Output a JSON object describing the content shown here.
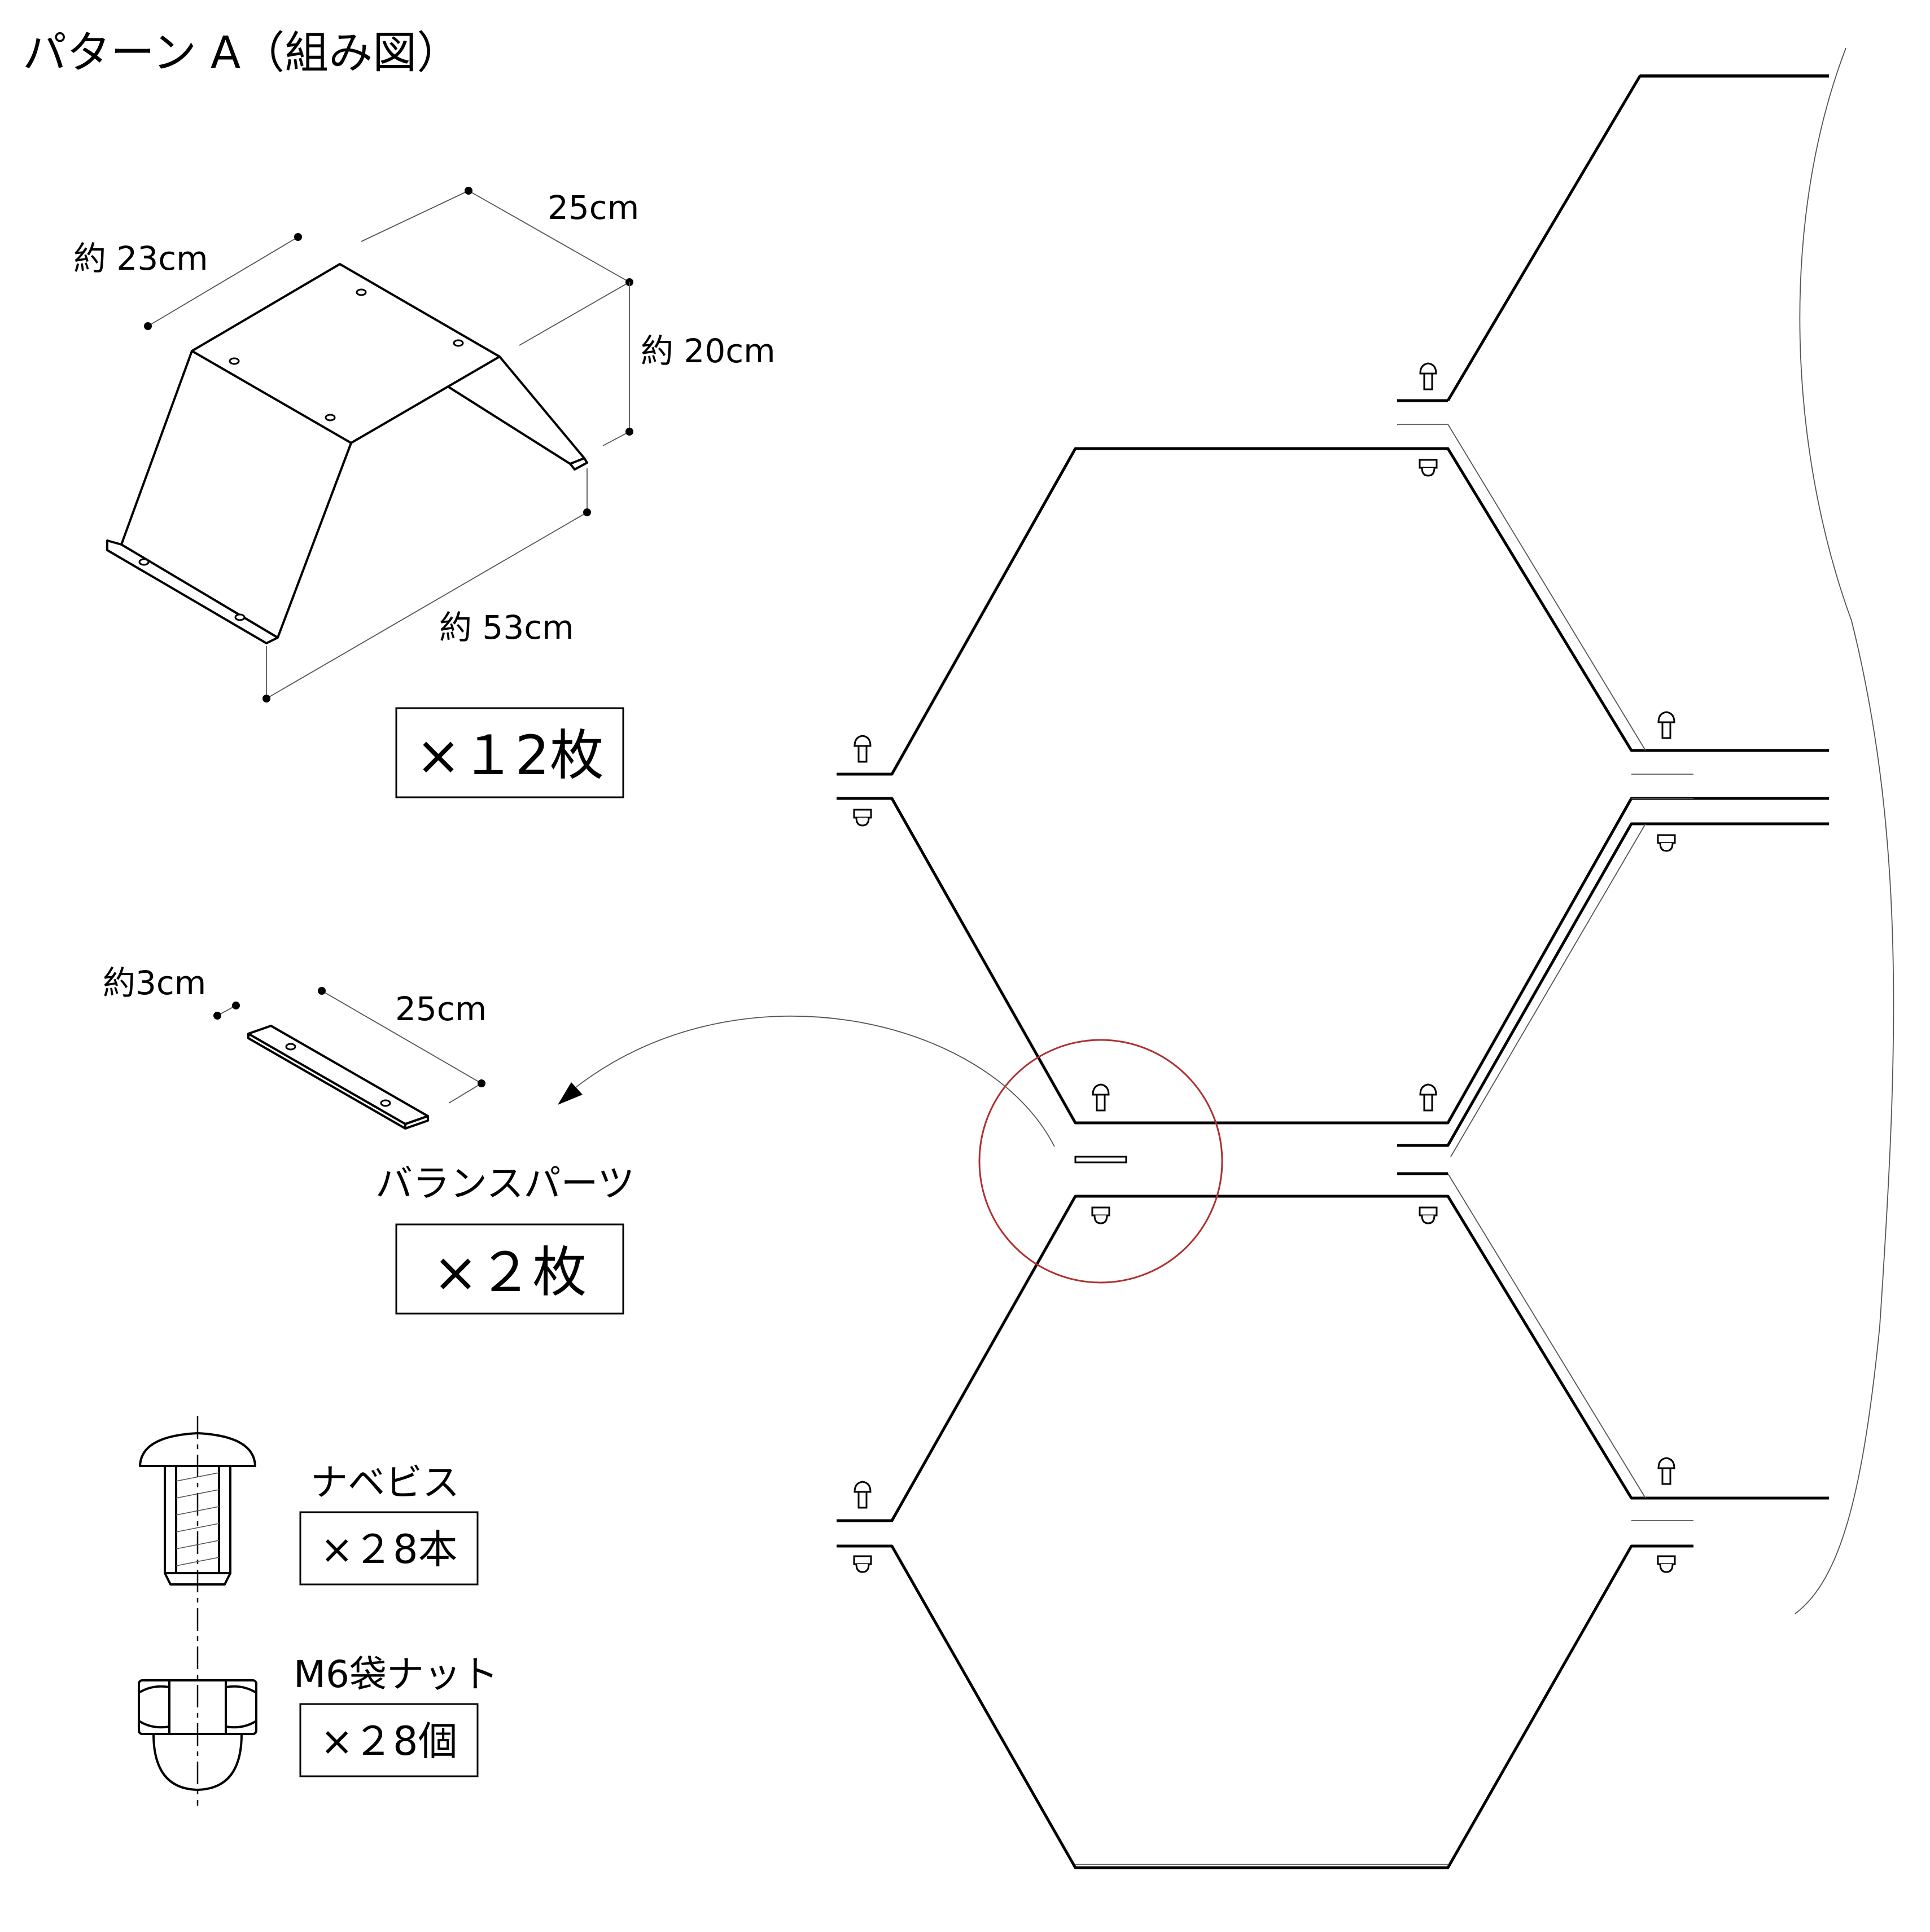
{
  "title": "パターン A（組み図）",
  "main_part": {
    "dim_depth": "約 23cm",
    "dim_width": "25cm",
    "dim_height": "約 20cm",
    "dim_length": "約 53cm",
    "quantity": "×１2枚"
  },
  "balance_part": {
    "dim_width": "約3cm",
    "dim_length": "25cm",
    "name": "バランスパーツ",
    "quantity": "×２枚"
  },
  "screw": {
    "name": "ナベビス",
    "quantity": "×２8本"
  },
  "nut": {
    "name": "M6袋ナット",
    "quantity": "×２8個"
  },
  "colors": {
    "line": "#000000",
    "highlight_circle": "#b03030",
    "background": "#ffffff"
  }
}
